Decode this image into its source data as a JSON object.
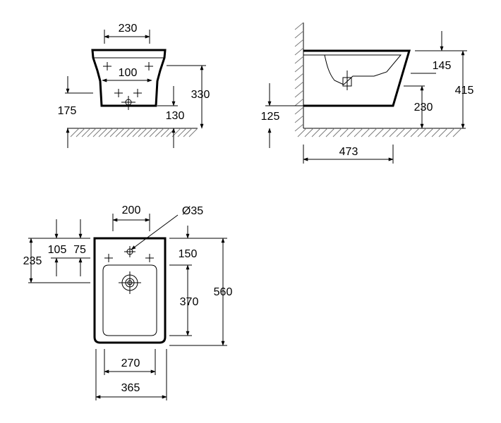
{
  "front_view": {
    "width_top": "230",
    "tap_spacing": "100",
    "height_total": "330",
    "drain_height": "175",
    "bottom_height": "130"
  },
  "side_view": {
    "top_offset": "145",
    "total_height": "415",
    "outlet_height": "230",
    "base_height": "125",
    "depth": "473"
  },
  "plan_view": {
    "tap_spacing": "200",
    "hole_diameter": "Ø35",
    "dim_235": "235",
    "dim_105": "105",
    "dim_75": "75",
    "top_to_drain": "150",
    "bowl_length": "370",
    "total_length": "560",
    "bowl_width": "270",
    "total_width": "365"
  }
}
